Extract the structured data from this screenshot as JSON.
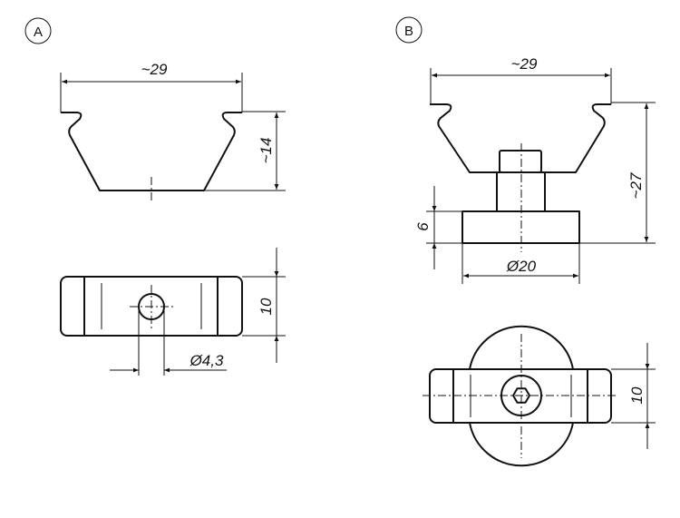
{
  "views": {
    "a": {
      "label": "A",
      "side_view": {
        "width_dim": "~29",
        "height_dim": "~14"
      },
      "top_view": {
        "height_dim": "10",
        "hole_dim": "Ø4,3"
      }
    },
    "b": {
      "label": "B",
      "side_view": {
        "width_dim": "~29",
        "height_dim": "~27",
        "base_height_dim": "6",
        "base_diameter_dim": "Ø20"
      },
      "top_view": {
        "height_dim": "10"
      }
    }
  }
}
